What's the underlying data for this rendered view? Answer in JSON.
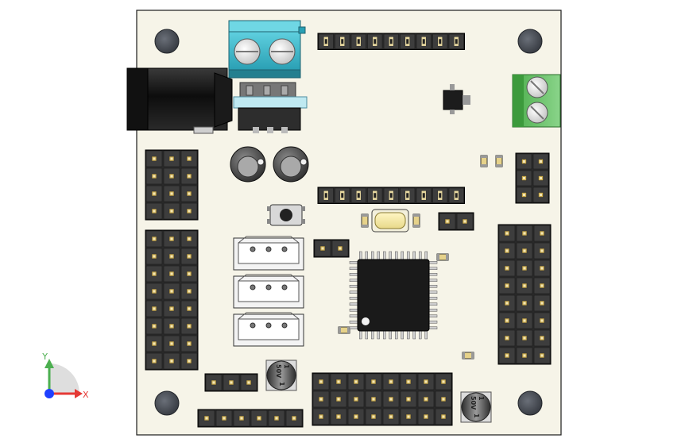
{
  "board": {
    "color": "#f6f4e8"
  },
  "capacitors": [
    {
      "marking": "1",
      "voltage": "50V",
      "value": "1"
    },
    {
      "marking": "1",
      "voltage": "50V",
      "value": "1"
    }
  ],
  "axes": {
    "y": "Y",
    "x": "X",
    "y_color": "#4caf50",
    "x_color": "#e53935",
    "origin_color": "#1e40ff"
  }
}
